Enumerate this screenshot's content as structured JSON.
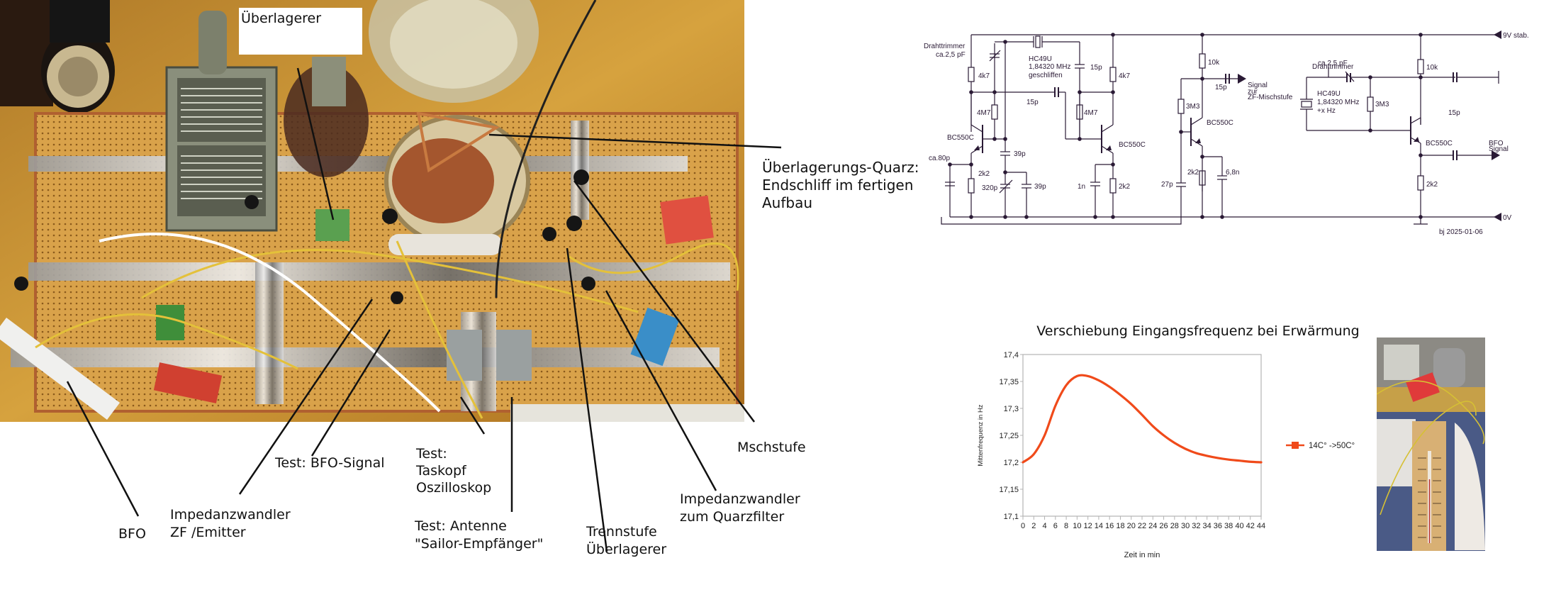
{
  "photo_main": {
    "description": "Aufbau auf Lochrasterplatine",
    "callouts": [
      {
        "id": "ueberlagerer",
        "text": "Überlagerer"
      },
      {
        "id": "ueberlagerungs-quarz",
        "text": "Überlagerungs-Quarz:\nEndschliff im fertigen\nAufbau"
      },
      {
        "id": "mischstufe",
        "text": "Mschstufe"
      },
      {
        "id": "bfo",
        "text": "BFO"
      },
      {
        "id": "impedanzwandler-zf",
        "text": "Impedanzwandler\nZF /Emitter"
      },
      {
        "id": "test-bfo-signal",
        "text": "Test: BFO-Signal"
      },
      {
        "id": "test-tastkopf",
        "text": "Test:\nTaskopf\nOszilloskop"
      },
      {
        "id": "test-antenne",
        "text": "Test: Antenne\n\"Sailor-Empfänger\""
      },
      {
        "id": "trennstufe",
        "text": "Trennstufe\nÜberlagerer"
      },
      {
        "id": "impedanzwandler-quarzfilter",
        "text": "Impedanzwandler\nzum Quarzfilter"
      }
    ]
  },
  "schematic": {
    "rail_top": "9V stab.",
    "rail_bottom": "0V",
    "signature": "bj 2025-01-06",
    "labels": {
      "drahttrimmer_left": "Drahttrimmer",
      "trimmer_value_left": "ca.2,5 pF",
      "r1": "4k7",
      "r2": "4M7",
      "t1": "BC550C",
      "c_80p": "ca.80p",
      "r3": "2k2",
      "crystal1_type": "HC49U",
      "crystal1_freq": "1,84320 MHz",
      "crystal1_note": "geschliffen",
      "c_15p_a": "15p",
      "c_15p_b": "15p",
      "c_39p_a": "39p",
      "c_39p_b": "39p",
      "c_320p": "320p",
      "r4": "4k7",
      "r5": "4M7",
      "t2": "BC550C",
      "c_1n": "1n",
      "r6": "2k2",
      "r7": "10k",
      "r8": "3M3",
      "t3": "BC550C",
      "c_27p": "27p",
      "r9": "2k2",
      "c_6n8": "6,8n",
      "c_15p_out": "15p",
      "signal_out_1": "Signal",
      "signal_out_2": "zur",
      "signal_out_3": "ZF-Mischstufe",
      "trimmer_value_right": "ca.2,5 pF",
      "drahttrimmer_right": "Drahttrimmer",
      "crystal2_type": "HC49U",
      "crystal2_freq": "1,84320 MHz",
      "crystal2_note": "+x Hz",
      "r10": "3M3",
      "r11": "10k",
      "c_15p_right": "15p",
      "t4": "BC550C",
      "bfo_out_1": "BFO",
      "bfo_out_2": "Signal",
      "r12": "2k2"
    }
  },
  "chart_data": {
    "type": "line",
    "title": "Verschiebung Eingangsfrequenz bei Erwärmung",
    "xlabel": "Zeit in min",
    "ylabel": "Mittenfrequenz in Hz",
    "x_ticks": [
      "0",
      "2",
      "4",
      "6",
      "8",
      "10",
      "12",
      "14",
      "16",
      "18",
      "20",
      "22",
      "24",
      "26",
      "28",
      "30",
      "32",
      "34",
      "36",
      "38",
      "40",
      "42",
      "44"
    ],
    "y_ticks": [
      "17,1",
      "17,15",
      "17,2",
      "17,25",
      "17,3",
      "17,35",
      "17,4"
    ],
    "xlim": [
      0,
      44
    ],
    "ylim": [
      17.1,
      17.4
    ],
    "grid": false,
    "legend_position": "right",
    "color": "#f04a1a",
    "series": [
      {
        "name": "14C° ->50C°",
        "x": [
          0,
          2,
          4,
          6,
          8,
          10,
          12,
          14,
          16,
          18,
          20,
          22,
          24,
          26,
          28,
          30,
          32,
          34,
          36,
          38,
          40,
          42,
          44
        ],
        "values": [
          17.2,
          17.215,
          17.25,
          17.305,
          17.343,
          17.36,
          17.36,
          17.352,
          17.34,
          17.325,
          17.308,
          17.288,
          17.267,
          17.25,
          17.236,
          17.225,
          17.217,
          17.212,
          17.208,
          17.205,
          17.203,
          17.201,
          17.2
        ]
      }
    ]
  }
}
